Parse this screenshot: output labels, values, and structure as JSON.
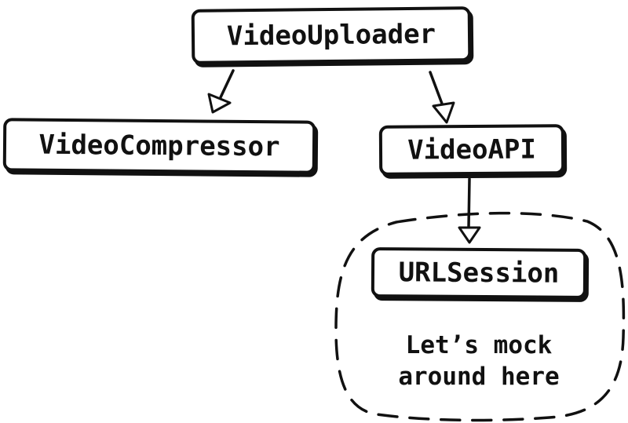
{
  "diagram": {
    "nodes": {
      "uploader": "VideoUploader",
      "compressor": "VideoCompressor",
      "api": "VideoAPI",
      "session": "URLSession"
    },
    "edges": [
      {
        "from": "VideoUploader",
        "to": "VideoCompressor"
      },
      {
        "from": "VideoUploader",
        "to": "VideoAPI"
      },
      {
        "from": "VideoAPI",
        "to": "URLSession"
      }
    ],
    "mock_region": {
      "note": "Let’s mock\naround here",
      "border_style": "dashed"
    },
    "colors": {
      "ink": "#111111",
      "background": "#ffffff"
    }
  }
}
